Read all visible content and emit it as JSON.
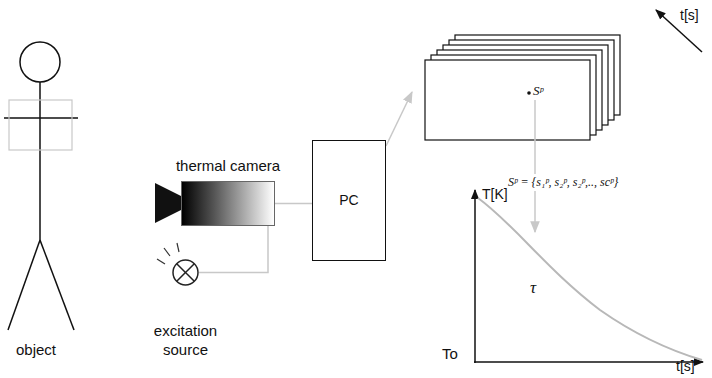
{
  "diagram": {
    "nodes": [
      {
        "text": [
          "thermal camera"
        ]
      },
      {
        "text": [
          "excitation source"
        ]
      },
      {
        "text": [
          "PC"
        ]
      }
    ],
    "edges": [
      {
        "from": 1,
        "to": 0,
        "arrow": "none"
      },
      {
        "from": 0,
        "to": 2,
        "arrow": "none"
      }
    ],
    "labels": [
      "object",
      "t[s]",
      "Sᵖ",
      "Sᵖ = {s₁ᵖ, s₂ᵖ, s₂ᵖ,.., scᵖ}",
      "T[K]",
      "τ",
      "To",
      "t[s]"
    ]
  }
}
